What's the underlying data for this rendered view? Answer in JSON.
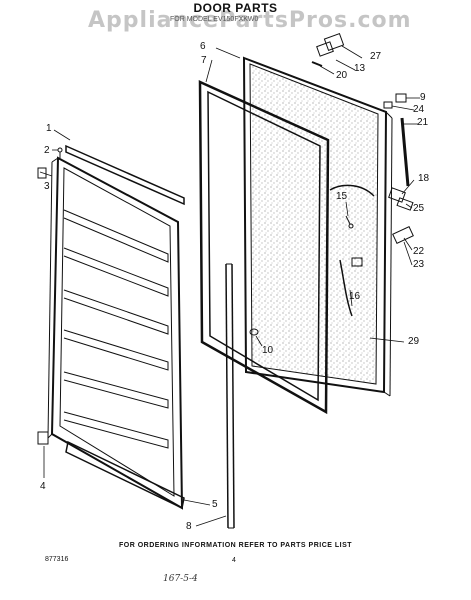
{
  "title": "DOOR PARTS",
  "watermark": "AppliancePartsPros.com",
  "subtitle": "FOR MODEL EV150FXKW0",
  "footer_note": "FOR ORDERING INFORMATION REFER TO PARTS PRICE LIST",
  "part_number": "877316",
  "page_number": "4",
  "handwritten_note": "167-5-4",
  "callouts": {
    "c1": "1",
    "c2": "2",
    "c3": "3",
    "c4": "4",
    "c5": "5",
    "c6": "6",
    "c7": "7",
    "c8": "8",
    "c9": "9",
    "c10": "10",
    "c13": "13",
    "c15": "15",
    "c16": "16",
    "c18": "18",
    "c20": "20",
    "c21": "21",
    "c22": "22",
    "c23": "23",
    "c24": "24",
    "c25": "25",
    "c27": "27",
    "c29": "29"
  },
  "colors": {
    "ink": "#111111",
    "watermark": "#969696"
  }
}
